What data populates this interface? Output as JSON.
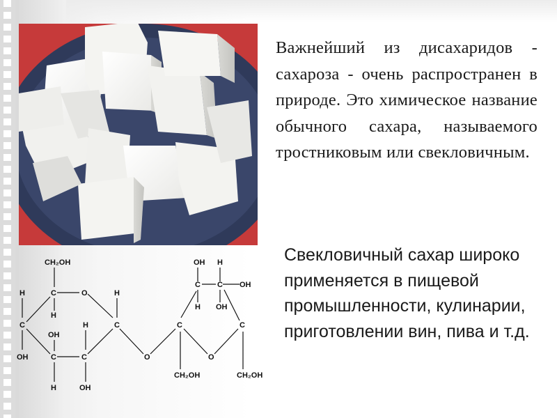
{
  "slide": {
    "paragraph_1": "Важнейший из дисахаридов - сахароза - очень распространен в природе. Это химическое название обычного сахара, называемого тростниковым или свекловичным.",
    "paragraph_2": "Свекловичный сахар широко применяется в пищевой промышленности, кулинарии, приготовлении вин, пива и т.д."
  },
  "formula_labels": {
    "ch2oh": "CH₂OH",
    "c": "C",
    "h": "H",
    "o": "O",
    "oh": "OH"
  },
  "colors": {
    "plate": "#2f3a5a",
    "background_red": "#c63a3a",
    "sugar": "#f3f3f0"
  }
}
